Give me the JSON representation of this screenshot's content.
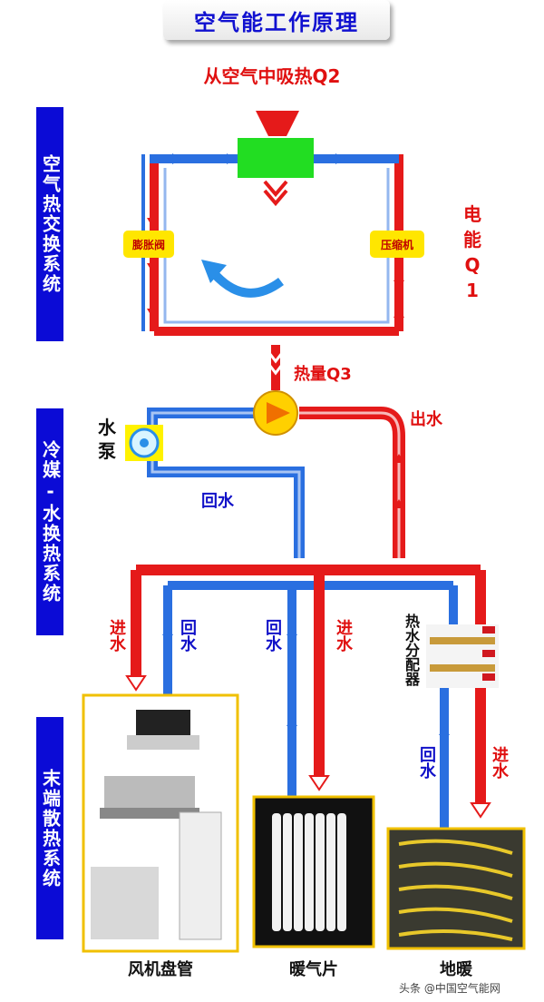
{
  "title": "空气能工作原理",
  "top_label": "从空气中吸热Q2",
  "side_labels": {
    "air_exchange": "空气热交换系统",
    "refrigerant_water": "冷媒-水换热系统",
    "terminal": "末端散热系统"
  },
  "components": {
    "expansion_valve": "膨胀阀",
    "compressor": "压缩机",
    "power": "电能Q1",
    "heat": "热量Q3",
    "pump": "水泵",
    "distributor": "热水分配器"
  },
  "flow_labels": {
    "outlet": "出水",
    "return_main": "回水",
    "inlet_left": "进水",
    "return_left": "回水",
    "return_mid": "回水",
    "inlet_mid": "进水",
    "return_right": "回水",
    "inlet_right": "进水"
  },
  "terminals": {
    "fan_coil": "风机盘管",
    "radiator": "暖气片",
    "floor_heating": "地暖"
  },
  "watermark": "头条 @中国空气能网",
  "colors": {
    "hot": "#e51a1a",
    "cold": "#2a6fe0",
    "accent": "#0b0bd6",
    "yellow": "#ffe600",
    "green": "#22dd22"
  }
}
